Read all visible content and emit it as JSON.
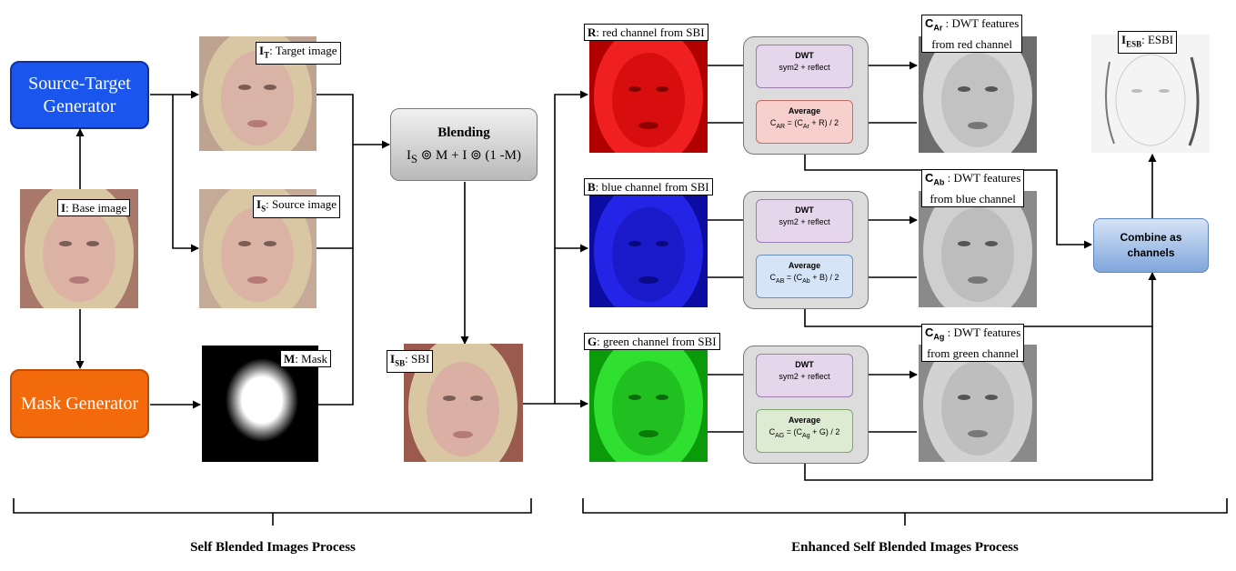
{
  "generators": {
    "source_target": "Source-Target Generator",
    "mask": "Mask Generator"
  },
  "images": {
    "base": {
      "sym": "I",
      "sub": "",
      "text": ": Base image"
    },
    "target": {
      "sym": "I",
      "sub": "T",
      "text": ": Target image"
    },
    "source": {
      "sym": "I",
      "sub": "S",
      "text": ": Source image"
    },
    "mask": {
      "sym": "M",
      "sub": "",
      "text": ": Mask"
    },
    "sbi": {
      "sym": "I",
      "sub": "SB",
      "text": ": SBI"
    },
    "esbi": {
      "sym": "I",
      "sub": "ESB",
      "text": ": ESBI"
    }
  },
  "blending": {
    "title": "Blending",
    "formula": "I",
    "formula_sub": "S",
    "formula_rest": " ⊚ M + I ⊚ (1 -M)"
  },
  "channels": [
    {
      "key": "r",
      "sym": "R",
      "label": ": red channel from SBI",
      "feat_sym": "C",
      "feat_sub": "Ar",
      "feat_line1": " : DWT features",
      "feat_line2": "from red channel",
      "dwt_title": "DWT",
      "dwt_sub": "sym2 + reflect",
      "avg_title": "Average",
      "avg_lhs": "C",
      "avg_lhs_sub": "AR",
      "avg_mid": " = (C",
      "avg_mid_sub": "Ar",
      "avg_tail": " + R) / 2",
      "color": "#e01010"
    },
    {
      "key": "b",
      "sym": "B",
      "label": ": blue channel from SBI",
      "feat_sym": "C",
      "feat_sub": "Ab",
      "feat_line1": " : DWT features",
      "feat_line2": "from blue channel",
      "dwt_title": "DWT",
      "dwt_sub": "sym2 + reflect",
      "avg_title": "Average",
      "avg_lhs": "C",
      "avg_lhs_sub": "AB",
      "avg_mid": " = (C",
      "avg_mid_sub": "Ab",
      "avg_tail": " + B) / 2",
      "color": "#1018d8"
    },
    {
      "key": "g",
      "sym": "G",
      "label": ": green channel from SBI",
      "feat_sym": "C",
      "feat_sub": "Ag",
      "feat_line1": " : DWT features",
      "feat_line2": "from green channel",
      "dwt_title": "DWT",
      "dwt_sub": "sym2 + reflect",
      "avg_title": "Average",
      "avg_lhs": "C",
      "avg_lhs_sub": "AG",
      "avg_mid": " = (C",
      "avg_mid_sub": "Ag",
      "avg_tail": " + G) / 2",
      "color": "#10c818"
    }
  ],
  "combine": "Combine as channels",
  "sections": {
    "left": "Self Blended Images Process",
    "right": "Enhanced Self Blended Images Process"
  },
  "colors": {
    "blue_generator": "#1a56ee",
    "orange_generator": "#f26a0c",
    "skin": "#d9b3a6",
    "hair": "#d8c7a2"
  }
}
